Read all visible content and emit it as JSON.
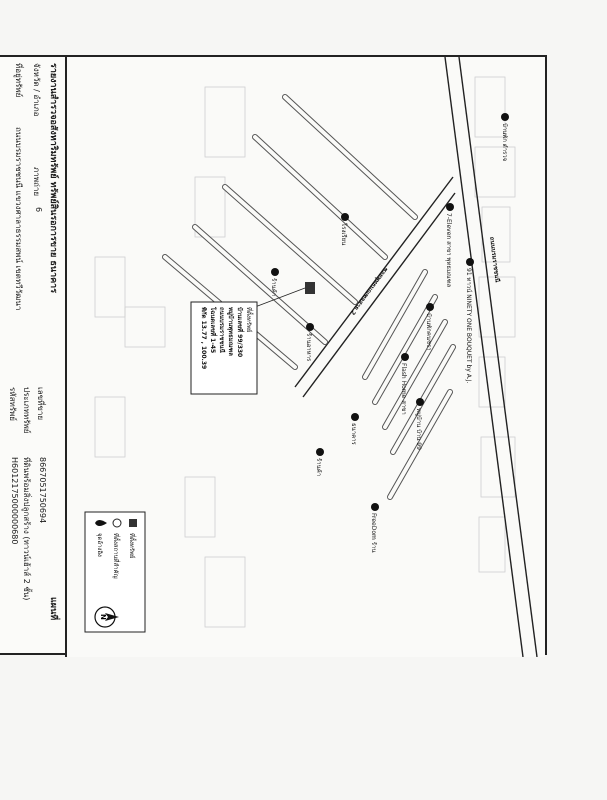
{
  "header": {
    "title": "รายงานสำรวจอสังหาริมทรัพย์ ทรัพย์สินรอการขาย ธนาคาร",
    "province_district_label": "จังหวัด / อำเภอ",
    "address_label": "ที่อยู่ทรัพย์",
    "address_value": "ถนนบรมราชชนนี แขวงศาลาธรรมสพน์ เขตทวีวัฒนา",
    "section_label": "ภาพถ่าย",
    "section_no": "6",
    "page_title": "แผนที่"
  },
  "right_info": {
    "sale_no_label": "เลขที่ขาย",
    "sale_no_value": "8667051750694",
    "type_label": "ประเภททรัพย์",
    "type_value": "ที่ดินพร้อมสิ่งปลูกสร้าง (ทาวน์เฮ้าส์ 2 ชั้น)",
    "ref_label": "รหัสทรัพย์",
    "ref_value": "H6012175000000680"
  },
  "map": {
    "roads": [
      {
        "name": "ถนนบรมราชชนนี",
        "id": "main-road-label"
      },
      {
        "name": "ซอยพุทธมณฑลสาย 2",
        "id": "soi-road-label"
      }
    ],
    "pois": [
      {
        "id": "poi-1",
        "label": "บ้านพัก ตำรวจ"
      },
      {
        "id": "poi-2",
        "label": "7-Eleven สาขา พุทธมณฑล"
      },
      {
        "id": "poi-3",
        "label": "91 ทาวน์ NINETY ONE BOUQUET by A.J."
      },
      {
        "id": "poi-4",
        "label": "บ้านพักคนชรา"
      },
      {
        "id": "poi-5",
        "label": "Flash Home สาขา"
      },
      {
        "id": "poi-6",
        "label": "หมู่บ้าน บ้าน 99"
      },
      {
        "id": "poi-7",
        "label": "ธนาคาร"
      },
      {
        "id": "poi-8",
        "label": "ร้านค้า"
      },
      {
        "id": "poi-9",
        "label": "FreeDom ร้าน"
      },
      {
        "id": "poi-10",
        "label": "ร้านอาหาร"
      },
      {
        "id": "poi-11",
        "label": "ร้านค้า"
      },
      {
        "id": "poi-12",
        "label": "โรงเรียน"
      }
    ],
    "callout": {
      "line1": "ที่ตั้งทรัพย์",
      "line2": "บ้านเลขที่ 99/330",
      "line3": "หมู่บ้านพุทธมณฑล",
      "line4": "ถนนบรมราชชนนี",
      "line5": "โฉนดเลขที่ 1-45",
      "line6": "พิกัด 13.77 , 100.39"
    }
  },
  "legend": {
    "items": [
      {
        "icon": "target-square-icon",
        "label": "ที่ตั้งทรัพย์"
      },
      {
        "icon": "circle-icon",
        "label": "ที่ตั้งสถานที่สำคัญ"
      },
      {
        "icon": "drop-icon",
        "label": "จุดอ้างอิง"
      }
    ]
  }
}
